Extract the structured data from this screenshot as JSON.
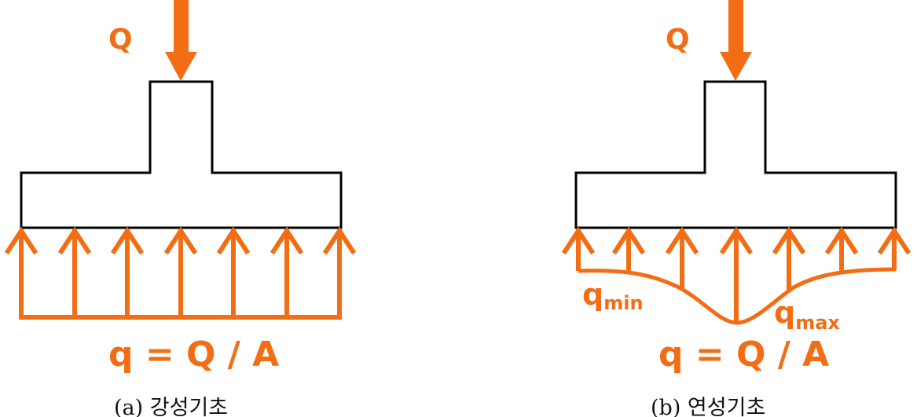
{
  "colors": {
    "accent": "#f26d14",
    "outline": "#000000",
    "text": "#111111"
  },
  "diagram_a": {
    "load_label": "Q",
    "formula": "q = Q / A",
    "caption": "(a) 강성기초"
  },
  "diagram_b": {
    "load_label": "Q",
    "formula": "q = Q / A",
    "qmin_base": "q",
    "qmin_sub": "min",
    "qmax_base": "q",
    "qmax_sub": "max",
    "caption": "(b) 연성기초"
  }
}
